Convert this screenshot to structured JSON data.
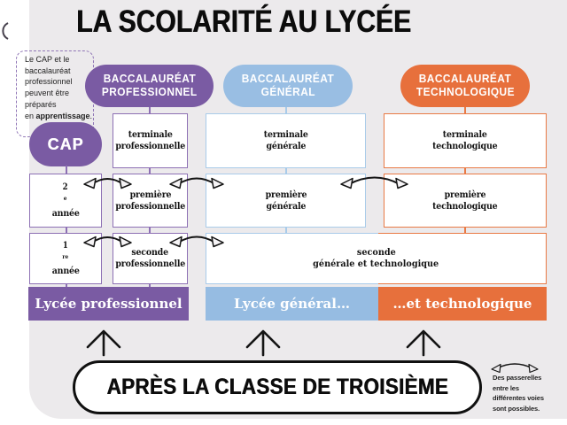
{
  "title": "LA SCOLARITÉ AU LYCÉE",
  "left_note": {
    "l1": "Le CAP et le",
    "l2": "baccalauréat",
    "l3": "professionnel",
    "l4": "peuvent être",
    "l5": "préparés",
    "l6_pre": "en ",
    "l6_bold": "apprentissage",
    "l6_post": "."
  },
  "badges": {
    "pro": {
      "line1": "BACCALAURÉAT",
      "line2": "PROFESSIONNEL"
    },
    "gen": {
      "line1": "BACCALAURÉAT",
      "line2": "GÉNÉRAL"
    },
    "tech": {
      "line1": "BACCALAURÉAT",
      "line2": "TECHNOLOGIQUE"
    }
  },
  "cap": {
    "label": "CAP"
  },
  "boxes": {
    "terminale_pro": {
      "line1": "terminale",
      "line2": "professionnelle"
    },
    "terminale_gen": {
      "line1": "terminale",
      "line2": "générale"
    },
    "terminale_tech": {
      "line1": "terminale",
      "line2": "technologique"
    },
    "deuxieme_annee": {
      "num": "2",
      "sup": "e",
      "line2": "année"
    },
    "premiere_pro": {
      "line1": "première",
      "line2": "professionnelle"
    },
    "premiere_gen": {
      "line1": "première",
      "line2": "générale"
    },
    "premiere_tech": {
      "line1": "première",
      "line2": "technologique"
    },
    "premiere_annee": {
      "num": "1",
      "sup": "re",
      "line2": "année"
    },
    "seconde_pro": {
      "line1": "seconde",
      "line2": "professionnelle"
    },
    "seconde_gt": {
      "line1": "seconde",
      "line2": "générale et technologique"
    }
  },
  "bars": {
    "pro": "Lycée professionnel",
    "gen": "Lycée général…",
    "tech": "…et technologique"
  },
  "bottom": {
    "banner": "APRÈS LA CLASSE DE TROISIÈME"
  },
  "right_note": {
    "l1": "Des passerelles",
    "l2": "entre les",
    "l3": "différentes voies",
    "l4": "sont possibles."
  },
  "colors": {
    "purple": "#7a5ba3",
    "purple_border": "#8d70b4",
    "blue": "#99bee3",
    "blue_border": "#a9cbe9",
    "orange": "#e7703c",
    "orange_border": "#e97a45",
    "background": "#eceaec",
    "ink": "#141414"
  }
}
